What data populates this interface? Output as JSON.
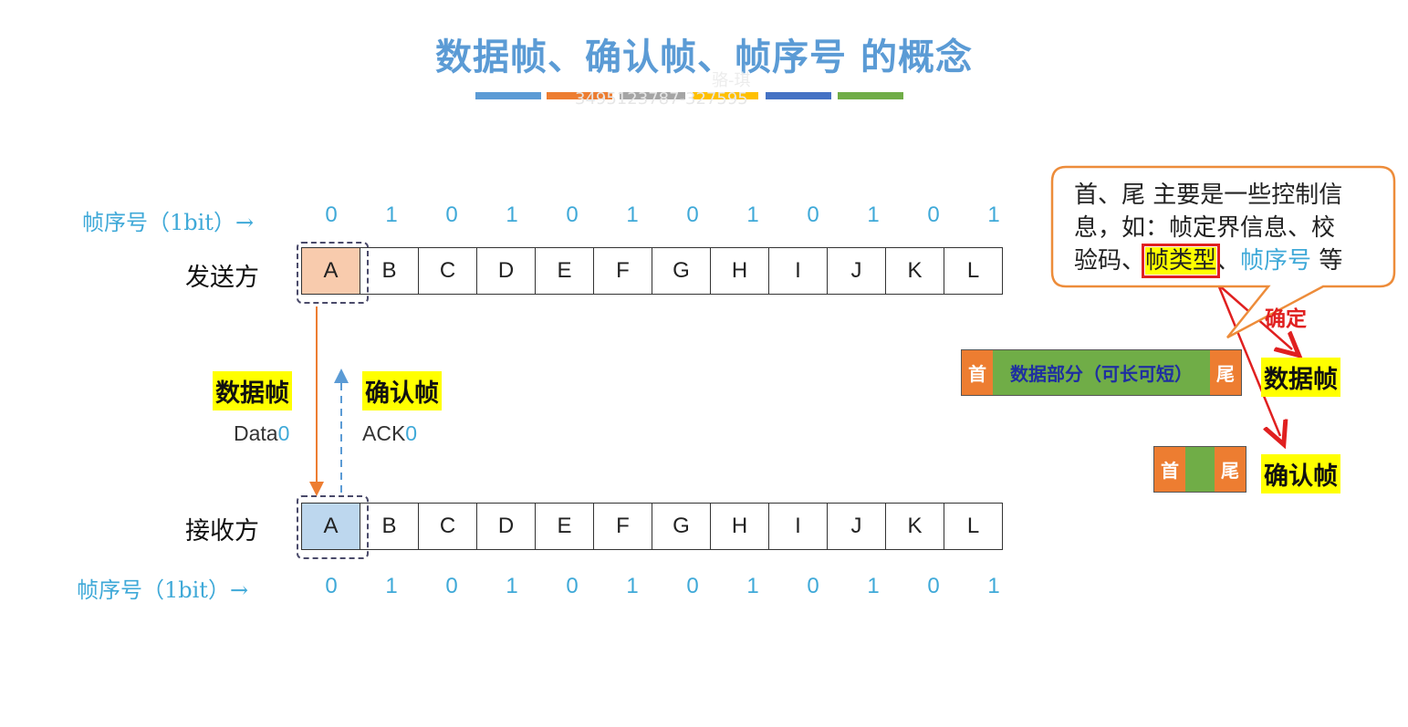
{
  "title": "数据帧、确认帧、帧序号 的概念",
  "watermark": {
    "name": "骆-琪",
    "id": "3495123787-327595"
  },
  "color_bars": [
    "#5b9bd5",
    "#ed7d31",
    "#a5a5a5",
    "#ffc000",
    "#4472c4",
    "#70ad47"
  ],
  "seq_label": "帧序号（1bit）→",
  "seq_numbers": [
    "0",
    "1",
    "0",
    "1",
    "0",
    "1",
    "0",
    "1",
    "0",
    "1",
    "0",
    "1"
  ],
  "frames": [
    "A",
    "B",
    "C",
    "D",
    "E",
    "F",
    "G",
    "H",
    "I",
    "J",
    "K",
    "L"
  ],
  "sender": {
    "label": "发送方",
    "highlight_color": "#f8cbad"
  },
  "receiver": {
    "label": "接收方",
    "highlight_color": "#bdd7ee"
  },
  "data_frame_label": "数据帧",
  "ack_frame_label": "确认帧",
  "data0": {
    "text": "Data",
    "num": "0"
  },
  "ack0": {
    "text": "ACK",
    "num": "0"
  },
  "bubble": {
    "line1": "首、尾 主要是一些控制信",
    "line2": "息，如：帧定界信息、校",
    "line3_pre": "验码、",
    "line3_highlight": "帧类型",
    "line3_mid": "、",
    "line3_blue": "帧序号",
    "line3_post": " 等"
  },
  "determine_label": "确定",
  "data_frame_struct": {
    "head": "首",
    "body": "数据部分（可长可短）",
    "tail": "尾",
    "label": "数据帧"
  },
  "ack_frame_struct": {
    "head": "首",
    "tail": "尾",
    "label": "确认帧"
  },
  "colors": {
    "accent_blue": "#3fa9d8",
    "orange": "#ed7d31",
    "green": "#70ad47",
    "yellow": "#ffff00",
    "red": "#e02020"
  }
}
